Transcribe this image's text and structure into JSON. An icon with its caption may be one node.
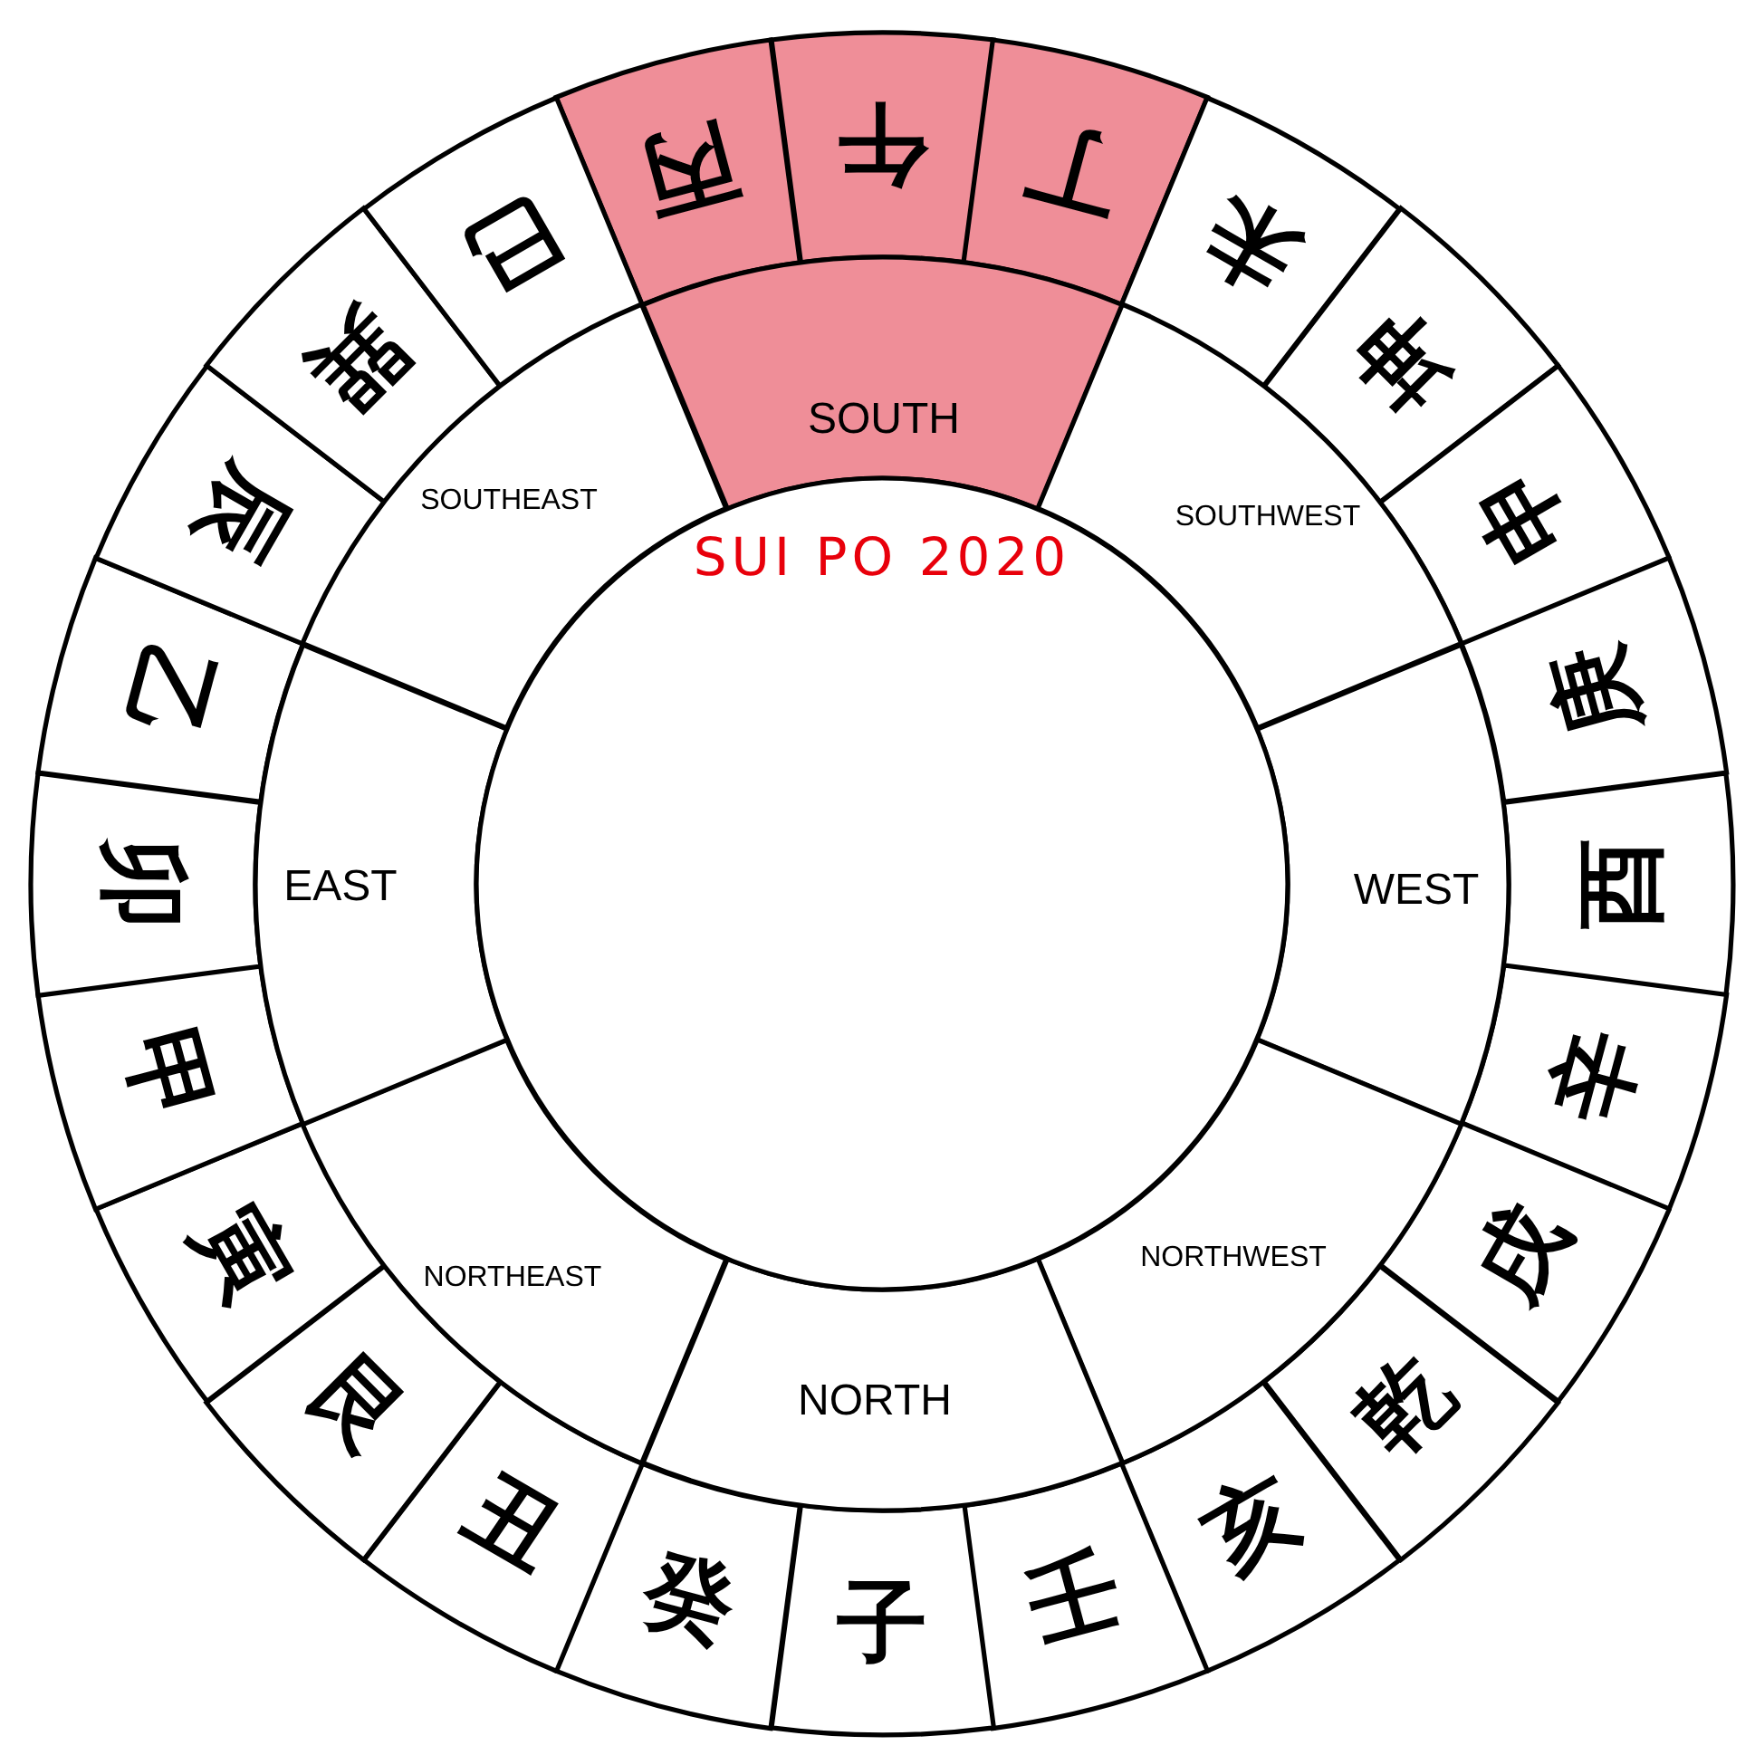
{
  "diagram": {
    "nodes": [
      {
        "text": [
          "丙"
        ]
      },
      {
        "text": [
          "午"
        ]
      },
      {
        "text": [
          "丁"
        ]
      },
      {
        "text": [
          "未"
        ]
      },
      {
        "text": [
          "坤"
        ]
      },
      {
        "text": [
          "申"
        ]
      },
      {
        "text": [
          "庚"
        ]
      },
      {
        "text": [
          "酉"
        ]
      },
      {
        "text": [
          "辛"
        ]
      },
      {
        "text": [
          "戌"
        ]
      },
      {
        "text": [
          "乾"
        ]
      },
      {
        "text": [
          "亥"
        ]
      },
      {
        "text": [
          "壬"
        ]
      },
      {
        "text": [
          "子"
        ]
      },
      {
        "text": [
          "癸"
        ]
      },
      {
        "text": [
          "丑"
        ]
      },
      {
        "text": [
          "艮"
        ]
      },
      {
        "text": [
          "寅"
        ]
      },
      {
        "text": [
          "甲"
        ]
      },
      {
        "text": [
          "卯"
        ]
      },
      {
        "text": [
          "乙"
        ]
      },
      {
        "text": [
          "辰"
        ]
      },
      {
        "text": [
          "巽"
        ]
      },
      {
        "text": [
          "巳"
        ]
      },
      {
        "text": [
          "SOUTH"
        ]
      },
      {
        "text": [
          "SOUTHWEST"
        ]
      },
      {
        "text": [
          "WEST"
        ]
      },
      {
        "text": [
          "NORTHWEST"
        ]
      },
      {
        "text": [
          "NORTH"
        ]
      },
      {
        "text": [
          "NORTHEAST"
        ]
      },
      {
        "text": [
          "EAST"
        ]
      },
      {
        "text": [
          "SOUTHEAST"
        ]
      },
      {
        "text": [
          "SUI PO 2020"
        ]
      }
    ]
  }
}
